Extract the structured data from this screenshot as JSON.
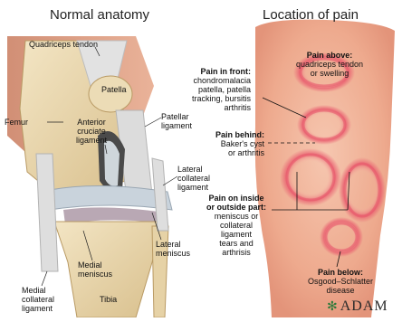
{
  "titles": {
    "left": "Normal anatomy",
    "right": "Location of pain"
  },
  "anatomy_labels": {
    "quadriceps_tendon": "Quadriceps tendon",
    "patella": "Patella",
    "femur": "Femur",
    "acl": "Anterior\ncruciate\nligament",
    "patellar_ligament": "Patellar\nligament",
    "lateral_collateral_ligament": "Lateral\ncollateral\nligament",
    "lateral_meniscus": "Lateral\nmeniscus",
    "medial_meniscus": "Medial\nmeniscus",
    "medial_collateral_ligament": "Medial\ncollateral\nligament",
    "tibia": "Tibia"
  },
  "pain_labels": {
    "above": {
      "heading": "Pain above:",
      "text": "quadriceps tendon\nor swelling"
    },
    "front": {
      "heading": "Pain in front:",
      "text": "chondromalacia\npatella, patella\ntracking, bursitis\narthritis"
    },
    "behind": {
      "heading": "Pain behind:",
      "text": "Baker's cyst\nor arthritis"
    },
    "side": {
      "heading": "Pain on inside\nor outside part:",
      "text": "meniscus or\ncollateral\nligament\ntears and\narthrisis"
    },
    "below": {
      "heading": "Pain below:",
      "text": "Osgood–Schlatter\ndisease"
    }
  },
  "watermark": "ADAM",
  "colors": {
    "skin": "#f0b49a",
    "pain_ring": "#e8556a",
    "bone": "#e9d7b0",
    "cartilage": "#c9d3dc",
    "ligament": "#d9d9d9"
  }
}
